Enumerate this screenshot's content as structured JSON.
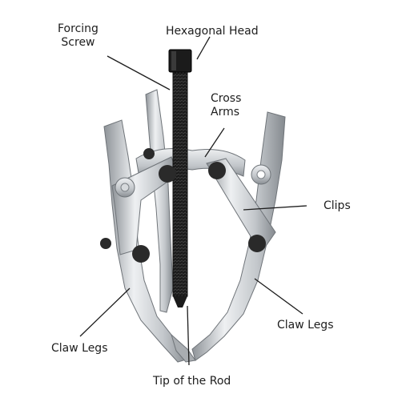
{
  "labels": {
    "forcing_screw_line1": "Forcing",
    "forcing_screw_line2": "Screw",
    "hexagonal_head": "Hexagonal Head",
    "cross_arms_line1": "Cross",
    "cross_arms_line2": "Arms",
    "clips": "Clips",
    "claw_legs_left": "Claw Legs",
    "claw_legs_right": "Claw Legs",
    "tip_of_rod": "Tip of the Rod"
  },
  "colors": {
    "text": "#1d1d1d",
    "leader_line": "#1d1d1d",
    "steel_light": "#e4e6e8",
    "steel_mid": "#b9bdc1",
    "steel_dark": "#7c8186",
    "screw_black": "#1b1b1b",
    "bolt_black": "#2a2a2a"
  }
}
